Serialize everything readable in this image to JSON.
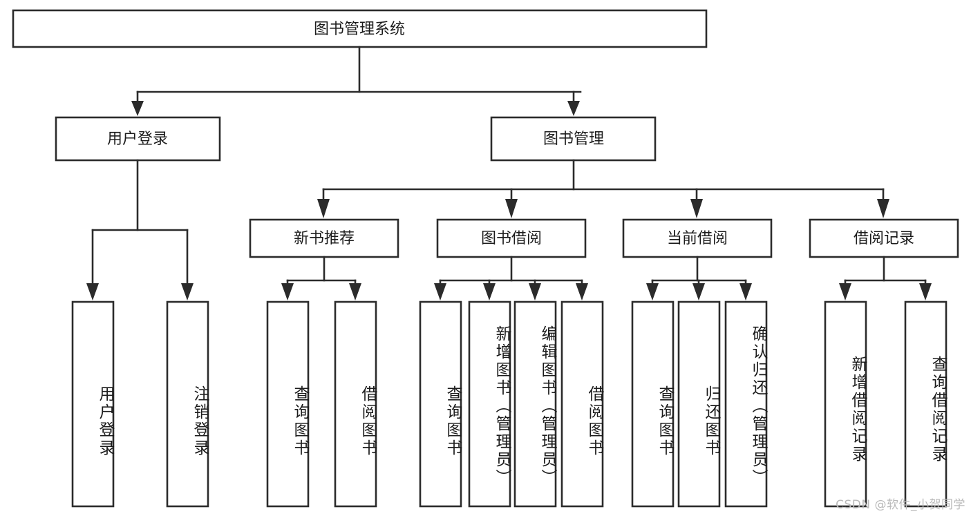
{
  "diagram": {
    "type": "tree-hierarchy",
    "title": "图书管理系统",
    "orientation": "top-down",
    "colors": {
      "stroke": "#2b2b2b",
      "box_fill": "#ffffff",
      "text": "#1c1c1c",
      "background": "#ffffff",
      "watermark": "#b9b9b9"
    },
    "root": {
      "label": "图书管理系统",
      "text_mode": "horizontal"
    },
    "level2": [
      {
        "label": "用户登录",
        "text_mode": "horizontal"
      },
      {
        "label": "图书管理",
        "text_mode": "horizontal"
      }
    ],
    "level3": [
      {
        "label": "新书推荐",
        "text_mode": "horizontal"
      },
      {
        "label": "图书借阅",
        "text_mode": "horizontal"
      },
      {
        "label": "当前借阅",
        "text_mode": "horizontal"
      },
      {
        "label": "借阅记录",
        "text_mode": "horizontal"
      }
    ],
    "leaves": {
      "user_login": [
        {
          "label": "用户登录",
          "text_mode": "vertical"
        },
        {
          "label": "注销登录",
          "text_mode": "vertical"
        }
      ],
      "new_book_recommend": [
        {
          "label": "查询图书",
          "text_mode": "vertical"
        },
        {
          "label": "借阅图书",
          "text_mode": "vertical"
        }
      ],
      "book_borrow": [
        {
          "label": "查询图书",
          "text_mode": "vertical"
        },
        {
          "label": "新增图书（管理员）",
          "text_mode": "vertical"
        },
        {
          "label": "编辑图书（管理员）",
          "text_mode": "vertical"
        },
        {
          "label": "借阅图书",
          "text_mode": "vertical"
        }
      ],
      "current_borrow": [
        {
          "label": "查询图书",
          "text_mode": "vertical"
        },
        {
          "label": "归还图书",
          "text_mode": "vertical"
        },
        {
          "label": "确认归还（管理员）",
          "text_mode": "vertical"
        }
      ],
      "borrow_record": [
        {
          "label": "新增借阅记录",
          "text_mode": "vertical"
        },
        {
          "label": "查询借阅记录",
          "text_mode": "vertical"
        }
      ]
    },
    "watermark": "CSDN @软件_小贺同学"
  }
}
